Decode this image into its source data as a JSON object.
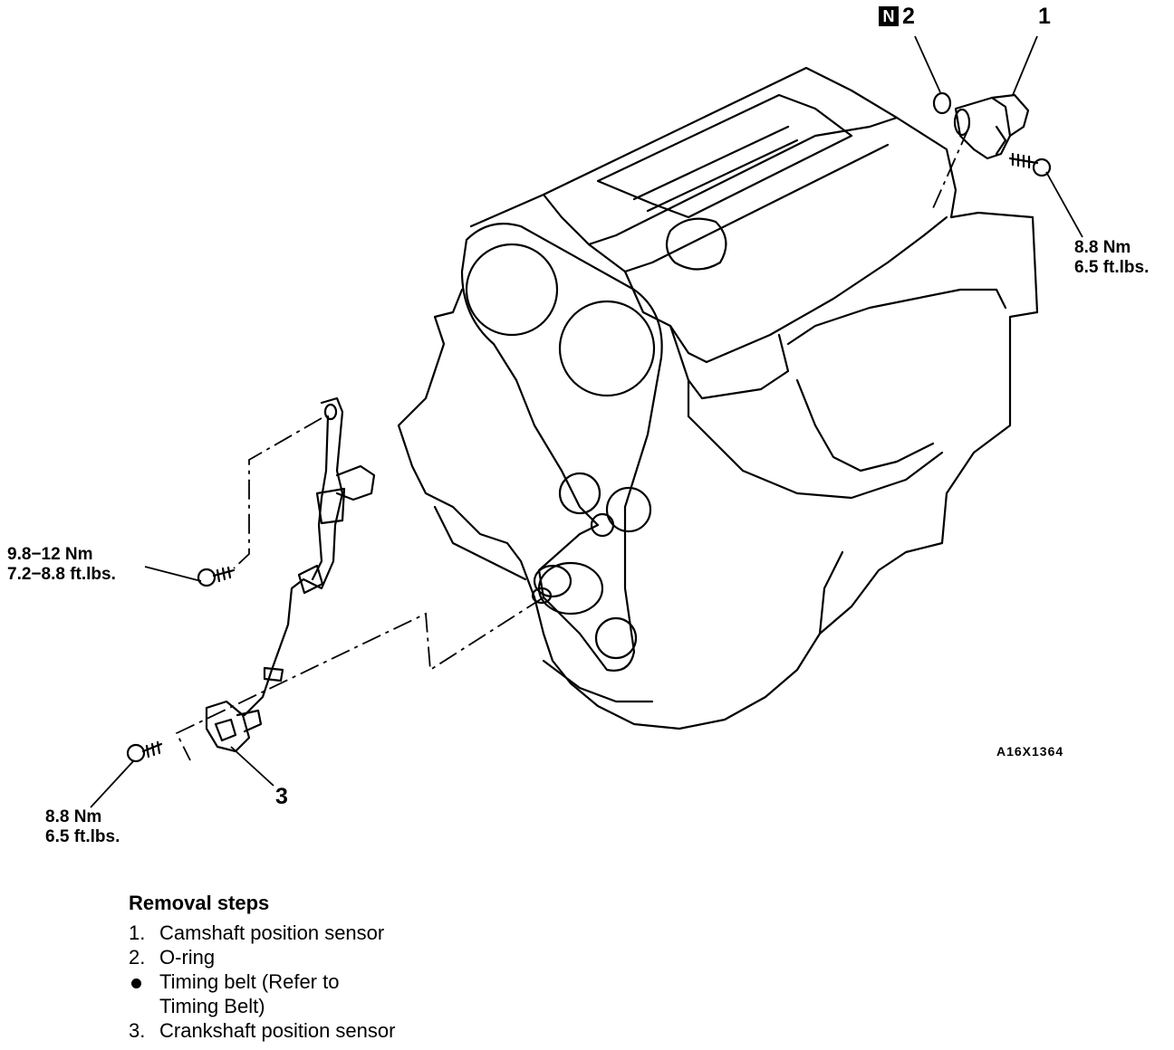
{
  "diagram": {
    "callouts": {
      "part1": "1",
      "part2": "2",
      "part2_badge": "N",
      "part3": "3"
    },
    "torque": {
      "cam_bolt_line1": "8.8 Nm",
      "cam_bolt_line2": "6.5 ft.lbs.",
      "bracket_bolt_line1": "9.8−12 Nm",
      "bracket_bolt_line2": "7.2−8.8 ft.lbs.",
      "crank_bolt_line1": "8.8 Nm",
      "crank_bolt_line2": "6.5 ft.lbs."
    },
    "figure_code": "A16X1364"
  },
  "steps": {
    "title": "Removal steps",
    "items": [
      {
        "marker": "1.",
        "text": "Camshaft position sensor"
      },
      {
        "marker": "2.",
        "text": "O-ring"
      },
      {
        "marker": "●",
        "text": "Timing belt (Refer to",
        "text2": "Timing Belt)"
      },
      {
        "marker": "3.",
        "text": "Crankshaft position sensor"
      }
    ]
  }
}
